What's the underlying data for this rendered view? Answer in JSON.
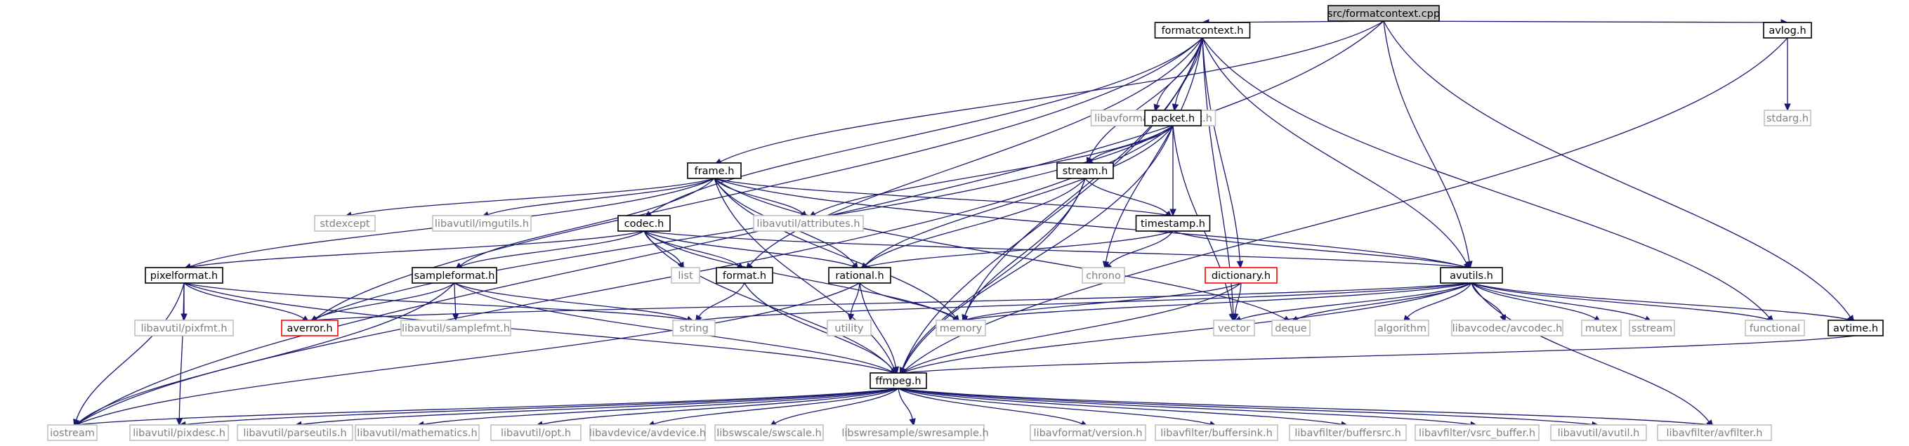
{
  "title": "src/formatcontext.cpp",
  "colors": {
    "edge": "#191970",
    "root_fill": "#bfbfbf",
    "root_border": "#000000",
    "documented_border": "#000000",
    "undocumented_border": "#bfbfbf",
    "truncated_border": "#ff0000",
    "system_text": "#808080",
    "text": "#000000"
  },
  "nodes": [
    {
      "id": "root",
      "label": "src/formatcontext.cpp",
      "kind": "root"
    },
    {
      "id": "formatcontext_h",
      "label": "formatcontext.h",
      "kind": "doc"
    },
    {
      "id": "avlog_h",
      "label": "avlog.h",
      "kind": "doc"
    },
    {
      "id": "stdarg_h",
      "label": "stdarg.h",
      "kind": "sys"
    },
    {
      "id": "libavformat_avformat_h",
      "label": "libavformat/avformat.h",
      "kind": "sys"
    },
    {
      "id": "packet_h",
      "label": "packet.h",
      "kind": "doc"
    },
    {
      "id": "stream_h",
      "label": "stream.h",
      "kind": "doc"
    },
    {
      "id": "frame_h",
      "label": "frame.h",
      "kind": "doc"
    },
    {
      "id": "stdexcept",
      "label": "stdexcept",
      "kind": "sys"
    },
    {
      "id": "libavutil_imgutils_h",
      "label": "libavutil/imgutils.h",
      "kind": "sys"
    },
    {
      "id": "libavutil_attributes_h",
      "label": "libavutil/attributes.h",
      "kind": "sys"
    },
    {
      "id": "timestamp_h",
      "label": "timestamp.h",
      "kind": "doc"
    },
    {
      "id": "codec_h",
      "label": "codec.h",
      "kind": "doc"
    },
    {
      "id": "chrono",
      "label": "chrono",
      "kind": "sys"
    },
    {
      "id": "pixelformat_h",
      "label": "pixelformat.h",
      "kind": "doc"
    },
    {
      "id": "sampleformat_h",
      "label": "sampleformat.h",
      "kind": "doc"
    },
    {
      "id": "list",
      "label": "list",
      "kind": "sys"
    },
    {
      "id": "format_h",
      "label": "format.h",
      "kind": "doc"
    },
    {
      "id": "rational_h",
      "label": "rational.h",
      "kind": "doc"
    },
    {
      "id": "dictionary_h",
      "label": "dictionary.h",
      "kind": "trunc"
    },
    {
      "id": "avutils_h",
      "label": "avutils.h",
      "kind": "doc"
    },
    {
      "id": "averror_h",
      "label": "averror.h",
      "kind": "trunc"
    },
    {
      "id": "libavutil_pixfmt_h",
      "label": "libavutil/pixfmt.h",
      "kind": "sys"
    },
    {
      "id": "libavutil_samplefmt_h",
      "label": "libavutil/samplefmt.h",
      "kind": "sys"
    },
    {
      "id": "string",
      "label": "string",
      "kind": "sys"
    },
    {
      "id": "utility",
      "label": "utility",
      "kind": "sys"
    },
    {
      "id": "memory",
      "label": "memory",
      "kind": "sys"
    },
    {
      "id": "vector",
      "label": "vector",
      "kind": "sys"
    },
    {
      "id": "deque",
      "label": "deque",
      "kind": "sys"
    },
    {
      "id": "algorithm",
      "label": "algorithm",
      "kind": "sys"
    },
    {
      "id": "libavcodec_avcodec_h",
      "label": "libavcodec/avcodec.h",
      "kind": "sys"
    },
    {
      "id": "mutex",
      "label": "mutex",
      "kind": "sys"
    },
    {
      "id": "sstream",
      "label": "sstream",
      "kind": "sys"
    },
    {
      "id": "functional",
      "label": "functional",
      "kind": "sys"
    },
    {
      "id": "avtime_h",
      "label": "avtime.h",
      "kind": "doc"
    },
    {
      "id": "ffmpeg_h",
      "label": "ffmpeg.h",
      "kind": "doc"
    },
    {
      "id": "iostream",
      "label": "iostream",
      "kind": "sys"
    },
    {
      "id": "libavutil_pixdesc_h",
      "label": "libavutil/pixdesc.h",
      "kind": "sys"
    },
    {
      "id": "libavutil_parseutils_h",
      "label": "libavutil/parseutils.h",
      "kind": "sys"
    },
    {
      "id": "libavutil_mathematics_h",
      "label": "libavutil/mathematics.h",
      "kind": "sys"
    },
    {
      "id": "libavutil_opt_h",
      "label": "libavutil/opt.h",
      "kind": "sys"
    },
    {
      "id": "libavdevice_avdevice_h",
      "label": "libavdevice/avdevice.h",
      "kind": "sys"
    },
    {
      "id": "libswscale_swscale_h",
      "label": "libswscale/swscale.h",
      "kind": "sys"
    },
    {
      "id": "libswresample_swresample_h",
      "label": "libswresample/swresample.h",
      "kind": "sys"
    },
    {
      "id": "libavformat_version_h",
      "label": "libavformat/version.h",
      "kind": "sys"
    },
    {
      "id": "libavfilter_buffersink_h",
      "label": "libavfilter/buffersink.h",
      "kind": "sys"
    },
    {
      "id": "libavfilter_buffersrc_h",
      "label": "libavfilter/buffersrc.h",
      "kind": "sys"
    },
    {
      "id": "libavfilter_vsrc_buffer_h",
      "label": "libavfilter/vsrc_buffer.h",
      "kind": "sys"
    },
    {
      "id": "libavutil_avutil_h",
      "label": "libavutil/avutil.h",
      "kind": "sys"
    },
    {
      "id": "libavfilter_avfilter_h",
      "label": "libavfilter/avfilter.h",
      "kind": "sys"
    }
  ],
  "edges": [
    [
      "root",
      "formatcontext_h"
    ],
    [
      "root",
      "avlog_h"
    ],
    [
      "root",
      "frame_h"
    ],
    [
      "root",
      "avutils_h"
    ],
    [
      "root",
      "avtime_h"
    ],
    [
      "root",
      "iostream"
    ],
    [
      "formatcontext_h",
      "libavformat_avformat_h"
    ],
    [
      "formatcontext_h",
      "packet_h"
    ],
    [
      "formatcontext_h",
      "stream_h"
    ],
    [
      "formatcontext_h",
      "codec_h"
    ],
    [
      "formatcontext_h",
      "format_h"
    ],
    [
      "formatcontext_h",
      "averror_h"
    ],
    [
      "formatcontext_h",
      "avutils_h"
    ],
    [
      "formatcontext_h",
      "ffmpeg_h"
    ],
    [
      "formatcontext_h",
      "memory"
    ],
    [
      "formatcontext_h",
      "vector"
    ],
    [
      "formatcontext_h",
      "functional"
    ],
    [
      "formatcontext_h",
      "chrono"
    ],
    [
      "formatcontext_h",
      "dictionary_h"
    ],
    [
      "avlog_h",
      "stdarg_h"
    ],
    [
      "avlog_h",
      "ffmpeg_h"
    ],
    [
      "packet_h",
      "stream_h"
    ],
    [
      "packet_h",
      "timestamp_h"
    ],
    [
      "packet_h",
      "rational_h"
    ],
    [
      "packet_h",
      "libavutil_attributes_h"
    ],
    [
      "packet_h",
      "ffmpeg_h"
    ],
    [
      "packet_h",
      "averror_h"
    ],
    [
      "packet_h",
      "iostream"
    ],
    [
      "packet_h",
      "vector"
    ],
    [
      "stream_h",
      "timestamp_h"
    ],
    [
      "stream_h",
      "rational_h"
    ],
    [
      "stream_h",
      "ffmpeg_h"
    ],
    [
      "stream_h",
      "memory"
    ],
    [
      "frame_h",
      "stdexcept"
    ],
    [
      "frame_h",
      "libavutil_imgutils_h"
    ],
    [
      "frame_h",
      "libavutil_attributes_h"
    ],
    [
      "frame_h",
      "timestamp_h"
    ],
    [
      "frame_h",
      "pixelformat_h"
    ],
    [
      "frame_h",
      "sampleformat_h"
    ],
    [
      "frame_h",
      "rational_h"
    ],
    [
      "frame_h",
      "avutils_h"
    ],
    [
      "frame_h",
      "ffmpeg_h"
    ],
    [
      "frame_h",
      "memory"
    ],
    [
      "frame_h",
      "deque"
    ],
    [
      "timestamp_h",
      "rational_h"
    ],
    [
      "timestamp_h",
      "chrono"
    ],
    [
      "timestamp_h",
      "avutils_h"
    ],
    [
      "codec_h",
      "pixelformat_h"
    ],
    [
      "codec_h",
      "sampleformat_h"
    ],
    [
      "codec_h",
      "list"
    ],
    [
      "codec_h",
      "format_h"
    ],
    [
      "codec_h",
      "rational_h"
    ],
    [
      "codec_h",
      "ffmpeg_h"
    ],
    [
      "codec_h",
      "avutils_h"
    ],
    [
      "codec_h",
      "memory"
    ],
    [
      "pixelformat_h",
      "averror_h"
    ],
    [
      "pixelformat_h",
      "libavutil_pixfmt_h"
    ],
    [
      "pixelformat_h",
      "string"
    ],
    [
      "pixelformat_h",
      "ffmpeg_h"
    ],
    [
      "pixelformat_h",
      "iostream"
    ],
    [
      "pixelformat_h",
      "libavutil_pixdesc_h"
    ],
    [
      "sampleformat_h",
      "averror_h"
    ],
    [
      "sampleformat_h",
      "libavutil_samplefmt_h"
    ],
    [
      "sampleformat_h",
      "string"
    ],
    [
      "sampleformat_h",
      "ffmpeg_h"
    ],
    [
      "sampleformat_h",
      "iostream"
    ],
    [
      "format_h",
      "string"
    ],
    [
      "format_h",
      "ffmpeg_h"
    ],
    [
      "rational_h",
      "utility"
    ],
    [
      "rational_h",
      "memory"
    ],
    [
      "rational_h",
      "ffmpeg_h"
    ],
    [
      "rational_h",
      "iostream"
    ],
    [
      "dictionary_h",
      "vector"
    ],
    [
      "dictionary_h",
      "memory"
    ],
    [
      "dictionary_h",
      "ffmpeg_h"
    ],
    [
      "avutils_h",
      "string"
    ],
    [
      "avutils_h",
      "memory"
    ],
    [
      "avutils_h",
      "vector"
    ],
    [
      "avutils_h",
      "deque"
    ],
    [
      "avutils_h",
      "algorithm"
    ],
    [
      "avutils_h",
      "libavcodec_avcodec_h"
    ],
    [
      "avutils_h",
      "mutex"
    ],
    [
      "avutils_h",
      "sstream"
    ],
    [
      "avutils_h",
      "functional"
    ],
    [
      "avutils_h",
      "avtime_h"
    ],
    [
      "avutils_h",
      "ffmpeg_h"
    ],
    [
      "avutils_h",
      "averror_h"
    ],
    [
      "avutils_h",
      "libavfilter_avfilter_h"
    ],
    [
      "avtime_h",
      "ffmpeg_h"
    ],
    [
      "ffmpeg_h",
      "iostream"
    ],
    [
      "ffmpeg_h",
      "libavutil_pixdesc_h"
    ],
    [
      "ffmpeg_h",
      "libavutil_parseutils_h"
    ],
    [
      "ffmpeg_h",
      "libavutil_mathematics_h"
    ],
    [
      "ffmpeg_h",
      "libavutil_opt_h"
    ],
    [
      "ffmpeg_h",
      "libavdevice_avdevice_h"
    ],
    [
      "ffmpeg_h",
      "libswscale_swscale_h"
    ],
    [
      "ffmpeg_h",
      "libswresample_swresample_h"
    ],
    [
      "ffmpeg_h",
      "libavformat_version_h"
    ],
    [
      "ffmpeg_h",
      "libavfilter_buffersink_h"
    ],
    [
      "ffmpeg_h",
      "libavfilter_buffersrc_h"
    ],
    [
      "ffmpeg_h",
      "libavfilter_vsrc_buffer_h"
    ],
    [
      "ffmpeg_h",
      "libavutil_avutil_h"
    ],
    [
      "ffmpeg_h",
      "libavfilter_avfilter_h"
    ]
  ]
}
